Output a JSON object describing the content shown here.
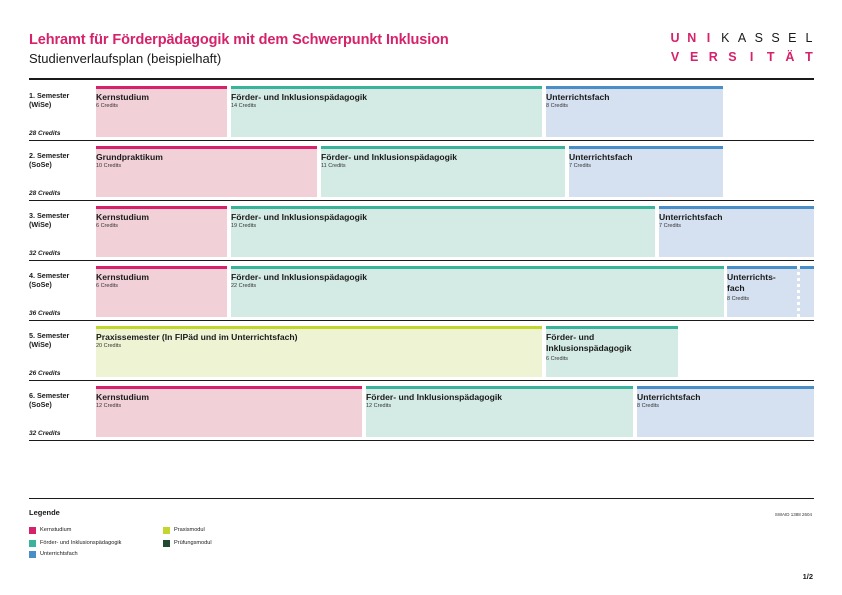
{
  "header": {
    "title": "Lehramt für Förderpädagogik mit dem Schwerpunkt Inklusion",
    "subtitle": "Studienverlaufsplan (beispielhaft)"
  },
  "logo": {
    "row1": [
      "U",
      "N",
      "I",
      "K",
      "A",
      "S",
      "S",
      "E",
      "L"
    ],
    "row2": [
      "V",
      "E",
      "R",
      "S",
      "I",
      "T",
      "Ä",
      "T"
    ]
  },
  "colors": {
    "kernstudium": "#d5226b",
    "foerder": "#3ab39b",
    "unterrichtsfach": "#4a8ec8",
    "praxismodul": "#c3d62d",
    "pruefungsmodul": "#1f4a2e"
  },
  "semesters": [
    {
      "label": "1. Semester",
      "term": "(WiSe)",
      "credits": "28 Credits",
      "modules": [
        {
          "title": "Kernstudium",
          "credits": "6 Credits"
        },
        {
          "title": "Förder- und Inklusionspädagogik",
          "credits": "14 Credits"
        },
        {
          "title": "Unterrichtsfach",
          "credits": "8 Credits"
        }
      ]
    },
    {
      "label": "2. Semester",
      "term": "(SoSe)",
      "credits": "28 Credits",
      "modules": [
        {
          "title": "Grundpraktikum",
          "credits": "10 Credits"
        },
        {
          "title": "Förder- und Inklusionspädagogik",
          "credits": "11 Credits"
        },
        {
          "title": "Unterrichtsfach",
          "credits": "7 Credits"
        }
      ]
    },
    {
      "label": "3. Semester",
      "term": "(WiSe)",
      "credits": "32 Credits",
      "modules": [
        {
          "title": "Kernstudium",
          "credits": "6 Credits"
        },
        {
          "title": "Förder- und Inklusionspädagogik",
          "credits": "19 Credits"
        },
        {
          "title": "Unterrichtsfach",
          "credits": "7 Credits"
        }
      ]
    },
    {
      "label": "4. Semester",
      "term": "(SoSe)",
      "credits": "36 Credits",
      "modules": [
        {
          "title": "Kernstudium",
          "credits": "6 Credits"
        },
        {
          "title": "Förder- und Inklusionspädagogik",
          "credits": "22 Credits"
        },
        {
          "title": "Unterrichts-fach",
          "credits": "8 Credits"
        }
      ]
    },
    {
      "label": "5. Semester",
      "term": "(WiSe)",
      "credits": "26 Credits",
      "modules": [
        {
          "title": "Praxissemester (In FlPäd und im Unterrichtsfach)",
          "credits": "20 Credits"
        },
        {
          "title": "Förder- und Inklusionspädagogik",
          "credits": "6 Credits"
        }
      ]
    },
    {
      "label": "6. Semester",
      "term": "(SoSe)",
      "credits": "32 Credits",
      "modules": [
        {
          "title": "Kernstudium",
          "credits": "12 Credits"
        },
        {
          "title": "Förder- und Inklusionspädagogik",
          "credits": "12 Credits"
        },
        {
          "title": "Unterrichtsfach",
          "credits": "8 Credits"
        }
      ]
    }
  ],
  "legend": {
    "title": "Legende",
    "items": [
      {
        "label": "Kernstudium",
        "color": "#d5226b"
      },
      {
        "label": "Förder- und Inklusionspädagogik",
        "color": "#3ab39b"
      },
      {
        "label": "Unterrichtsfach",
        "color": "#4a8ec8"
      },
      {
        "label": "Praxismodul",
        "color": "#c3d62d"
      },
      {
        "label": "Prüfungsmodul",
        "color": "#1f4a2e"
      }
    ],
    "swid": "SWAID 1388 2604"
  },
  "footer": {
    "page": "1/2"
  }
}
